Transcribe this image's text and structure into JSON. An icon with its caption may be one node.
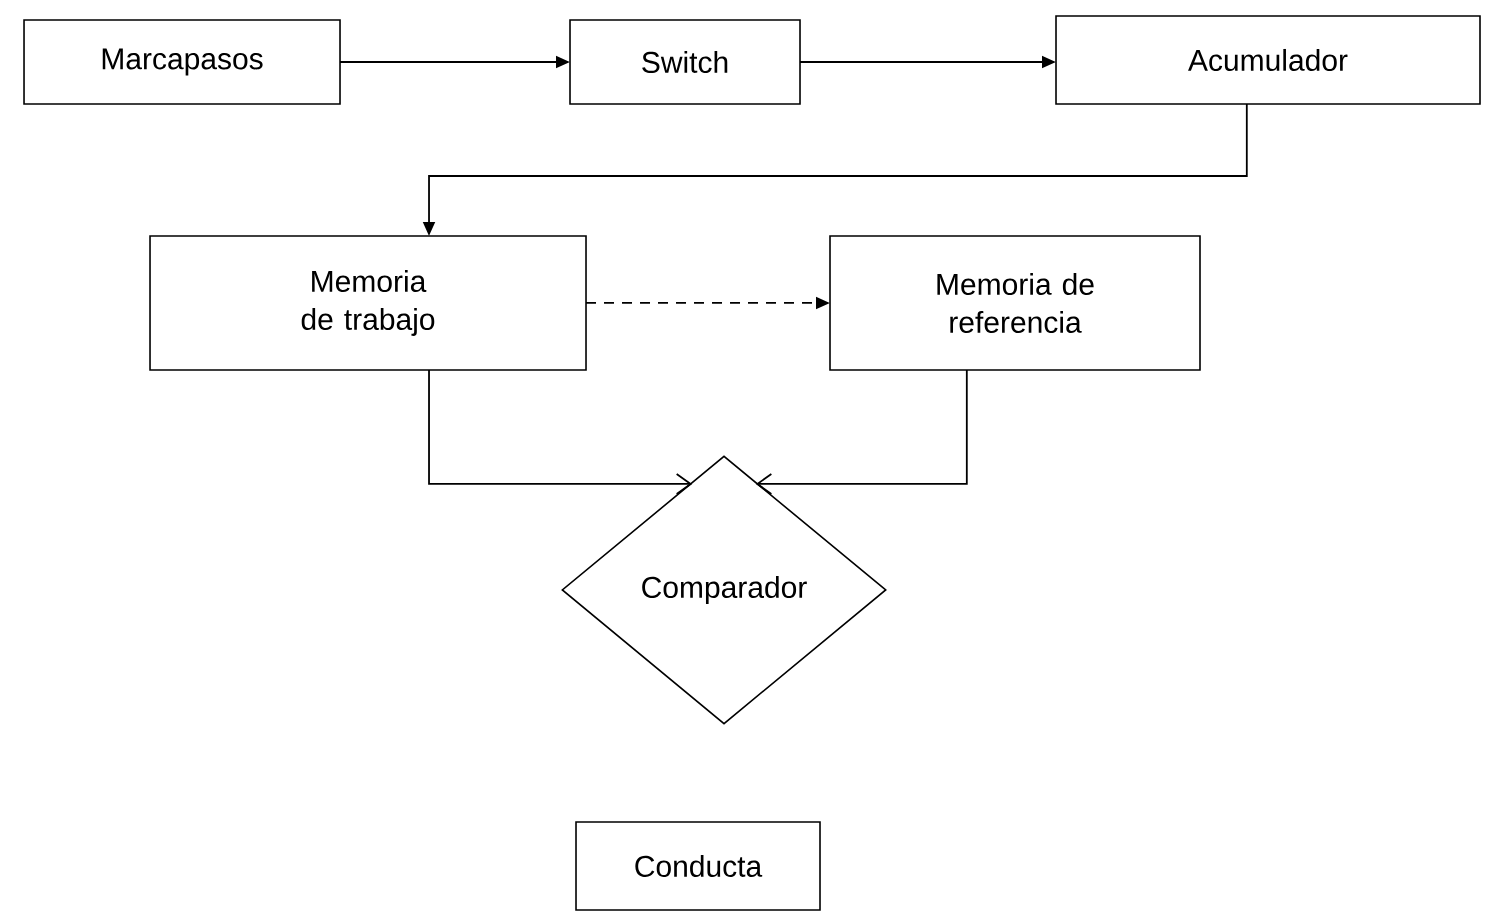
{
  "diagram": {
    "nodes": [
      {
        "text": [
          "Marcapasos"
        ]
      },
      {
        "text": [
          "Switch"
        ]
      },
      {
        "text": [
          "Acumulador"
        ]
      },
      {
        "text": [
          "Memoria de trabajo"
        ]
      },
      {
        "text": [
          "Memoria de referencia"
        ]
      },
      {
        "text": [
          "Comparador"
        ]
      },
      {
        "text": [
          "Conducta"
        ]
      }
    ],
    "edges": [
      {
        "from": 0,
        "to": 1,
        "arrow": "to"
      },
      {
        "from": 1,
        "to": 2,
        "arrow": "to"
      },
      {
        "from": 2,
        "to": 3,
        "arrow": "to"
      },
      {
        "from": 3,
        "to": 4,
        "arrow": "to",
        "style": "dashed"
      },
      {
        "from": 3,
        "to": 5,
        "arrow": "to"
      },
      {
        "from": 4,
        "to": 5,
        "arrow": "to"
      }
    ]
  }
}
